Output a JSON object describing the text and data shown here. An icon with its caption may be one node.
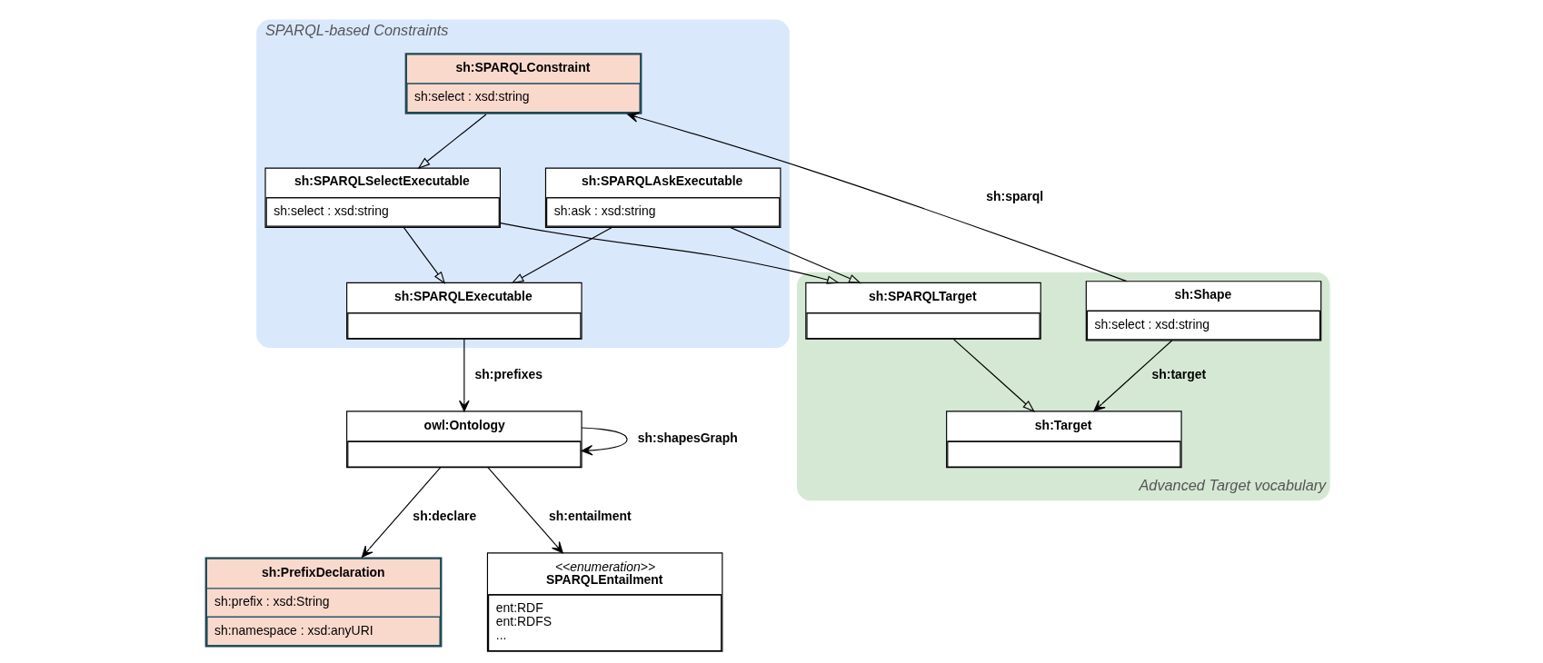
{
  "diagram": {
    "nodes": [
      {
        "text": [
          "SPARQL-based Constraints"
        ]
      },
      {
        "text": [
          "sh:SPARQLExecutable"
        ],
        "in": 0
      },
      {
        "text": [
          "sh:SPARQLSelectExecutable",
          "sh:select : xsd:string"
        ],
        "in": 0
      },
      {
        "text": [
          "sh:SPARQLAskExecutable",
          "sh:ask : xsd:string"
        ],
        "in": 0
      },
      {
        "text": [
          "sh:SPARQLConstraint",
          "sh:select : xsd:string"
        ],
        "in": 0
      },
      {
        "text": [
          "Advanced Target vocabulary"
        ]
      },
      {
        "text": [
          "sh:SPARQLTarget"
        ],
        "in": 5
      },
      {
        "text": [
          "sh:Shape",
          "sh:select : xsd:string"
        ],
        "in": 5
      },
      {
        "text": [
          "sh:Target"
        ],
        "in": 5
      },
      {
        "text": [
          "owl:Ontology"
        ]
      },
      {
        "text": [
          "sh:PrefixDeclaration",
          "sh:prefix : xsd:String",
          "sh:namespace : xsd:anyURI"
        ]
      },
      {
        "text": [
          "<<enumeration>>",
          "SPARQLEntailment",
          "ent:RDF",
          "ent:RDFS",
          "..."
        ]
      }
    ],
    "edges": [
      {
        "from": 2,
        "to": 1,
        "arrow": "to"
      },
      {
        "from": 3,
        "to": 1,
        "arrow": "to"
      },
      {
        "from": 4,
        "to": 2,
        "arrow": "to"
      },
      {
        "from": 2,
        "to": 6,
        "arrow": "to"
      },
      {
        "from": 3,
        "to": 6,
        "arrow": "to"
      },
      {
        "from": 6,
        "to": 8,
        "arrow": "to"
      },
      {
        "from": 7,
        "to": 4,
        "arrow": "to",
        "label": "sh:sparql"
      },
      {
        "from": 7,
        "to": 8,
        "arrow": "to",
        "label": "sh:target"
      },
      {
        "from": 1,
        "to": 9,
        "arrow": "to",
        "label": "sh:prefixes"
      },
      {
        "from": 9,
        "to": 9,
        "arrow": "to",
        "label": "sh:shapesGraph"
      },
      {
        "from": 9,
        "to": 10,
        "arrow": "to",
        "label": "sh:declare"
      },
      {
        "from": 9,
        "to": 11,
        "arrow": "to",
        "label": "sh:entailment"
      }
    ]
  }
}
